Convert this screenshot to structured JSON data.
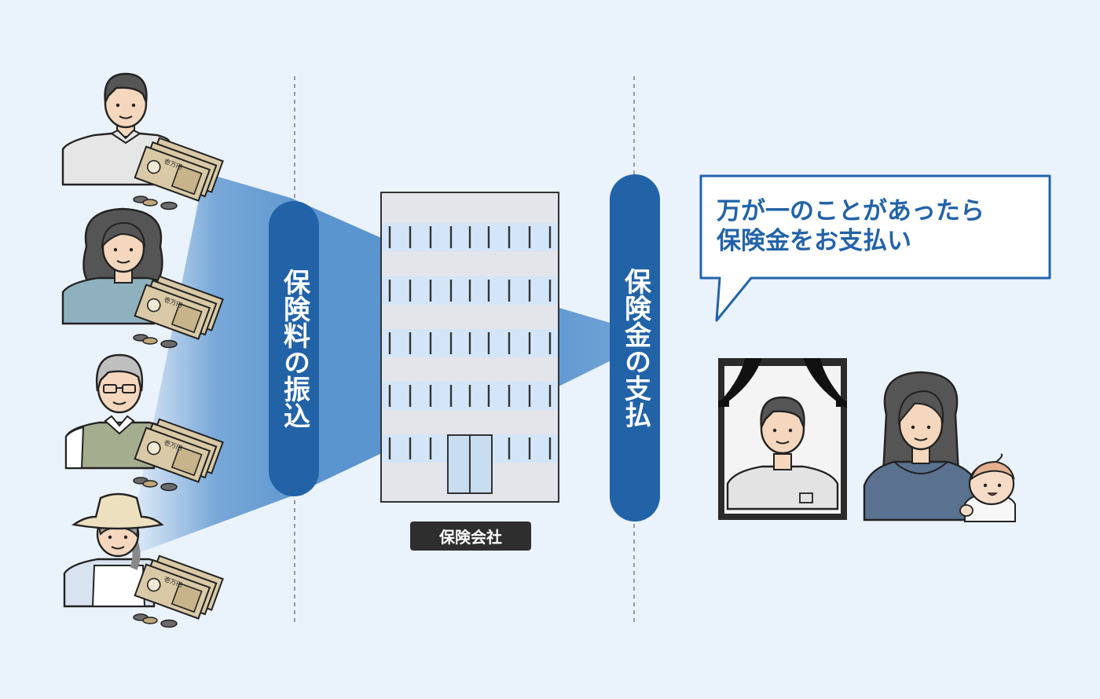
{
  "left_pill": {
    "text": "保険料の振込"
  },
  "right_pill": {
    "text": "保険金の支払"
  },
  "company": {
    "label": "保険会社"
  },
  "speech_bubble": {
    "line1": "万が一のことがあったら",
    "line2": "保険金をお支払い"
  },
  "banknote_text": "壱万円",
  "colors": {
    "background": "#eaf2fb",
    "accent_blue": "#2263a8",
    "beam_blue": "#5b95cf",
    "label_dark": "#2e2e2e"
  },
  "icons": {
    "payers": [
      "man-icon",
      "woman-icon",
      "elderly-man-icon",
      "elderly-woman-icon"
    ],
    "money": "money-icon",
    "building": "building-icon",
    "beneficiaries": [
      "memorial-portrait-icon",
      "mother-icon",
      "baby-icon"
    ]
  }
}
